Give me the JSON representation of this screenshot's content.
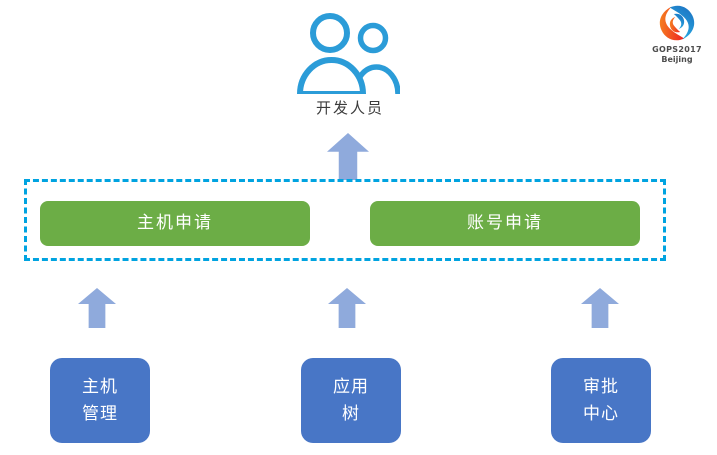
{
  "colors": {
    "people_icon_blue": "#2B9CD8",
    "module_box_blue": "#4876C6",
    "arrow_blue": "#8FAADC",
    "request_button_green": "#6CAD46",
    "dashed_border_cyan": "#00A3E0",
    "label_text": "#3c3c3c",
    "logo_text": "#4d4d4d"
  },
  "logo": {
    "title": "GOPS2017",
    "subtitle": "Beijing"
  },
  "developers": {
    "label": "开发人员"
  },
  "request_group": {
    "buttons": [
      {
        "label": "主机申请"
      },
      {
        "label": "账号申请"
      }
    ]
  },
  "modules": [
    {
      "line1": "主机",
      "line2": "管理"
    },
    {
      "line1": "应用",
      "line2": "树"
    },
    {
      "line1": "审批",
      "line2": "中心"
    }
  ]
}
